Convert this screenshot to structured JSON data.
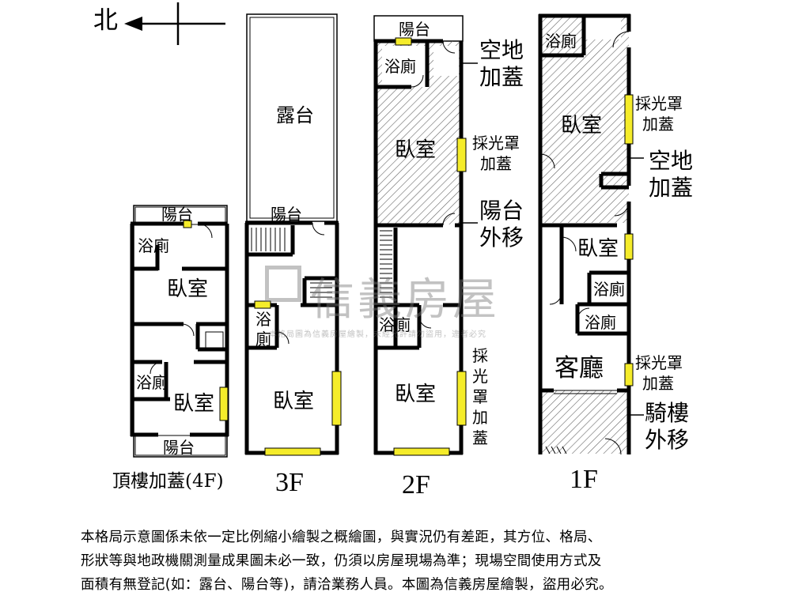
{
  "compass": {
    "label": "北"
  },
  "floors": {
    "roof": {
      "name": "頂樓加蓋(4F)",
      "rooms": {
        "balcony_top": "陽台",
        "bath1": "浴廁",
        "bedroom1": "臥室",
        "bath2": "浴廁",
        "bedroom2": "臥室",
        "balcony_bottom": "陽台"
      }
    },
    "f3": {
      "name": "3F",
      "rooms": {
        "terrace": "露台",
        "balcony": "陽台",
        "bath_a": "浴",
        "bath_b": "廁",
        "bedroom": "臥室"
      }
    },
    "f2": {
      "name": "2F",
      "rooms": {
        "balcony": "陽台",
        "bath_top": "浴廁",
        "bedroom_top": "臥室",
        "bath": "浴廁",
        "bedroom": "臥室"
      },
      "notes": {
        "vacant_a": "空地",
        "vacant_b": "加蓋",
        "skylight_a": "採光罩",
        "skylight_b": "加蓋",
        "balcony_a": "陽台",
        "balcony_b": "外移",
        "side_skylight": [
          "採",
          "光",
          "罩",
          "加",
          "蓋"
        ]
      }
    },
    "f1": {
      "name": "1F",
      "rooms": {
        "bath_top": "浴廁",
        "bedroom_top": "臥室",
        "bedroom": "臥室",
        "bath_a": "浴廁",
        "bath_b": "浴廁",
        "living": "客廳"
      },
      "notes": {
        "skylight1_a": "採光罩",
        "skylight1_b": "加蓋",
        "vacant_a": "空地",
        "vacant_b": "加蓋",
        "skylight2_a": "採光罩",
        "skylight2_b": "加蓋",
        "arcade_a": "騎樓",
        "arcade_b": "外移"
      }
    }
  },
  "watermark": {
    "brand": "信義房屋",
    "note": "本格局圖為信義房屋繪製，未經允許請勿盜用，違者必究"
  },
  "disclaimer": [
    "本格局示意圖係未依一定比例縮小繪製之概繪圖，與實況仍有差距，其方位、格局、",
    "形狀等與地政機關測量成果圖未必一致，仍須以房屋現場為準；現場空間使用方式及",
    "面積有無登記(如：露台、陽台等)，請洽業務人員。本圖為信義房屋繪製，盜用必究。"
  ],
  "colors": {
    "wall": "#000000",
    "hatch": "#555555",
    "window": "#f5ec2a"
  }
}
